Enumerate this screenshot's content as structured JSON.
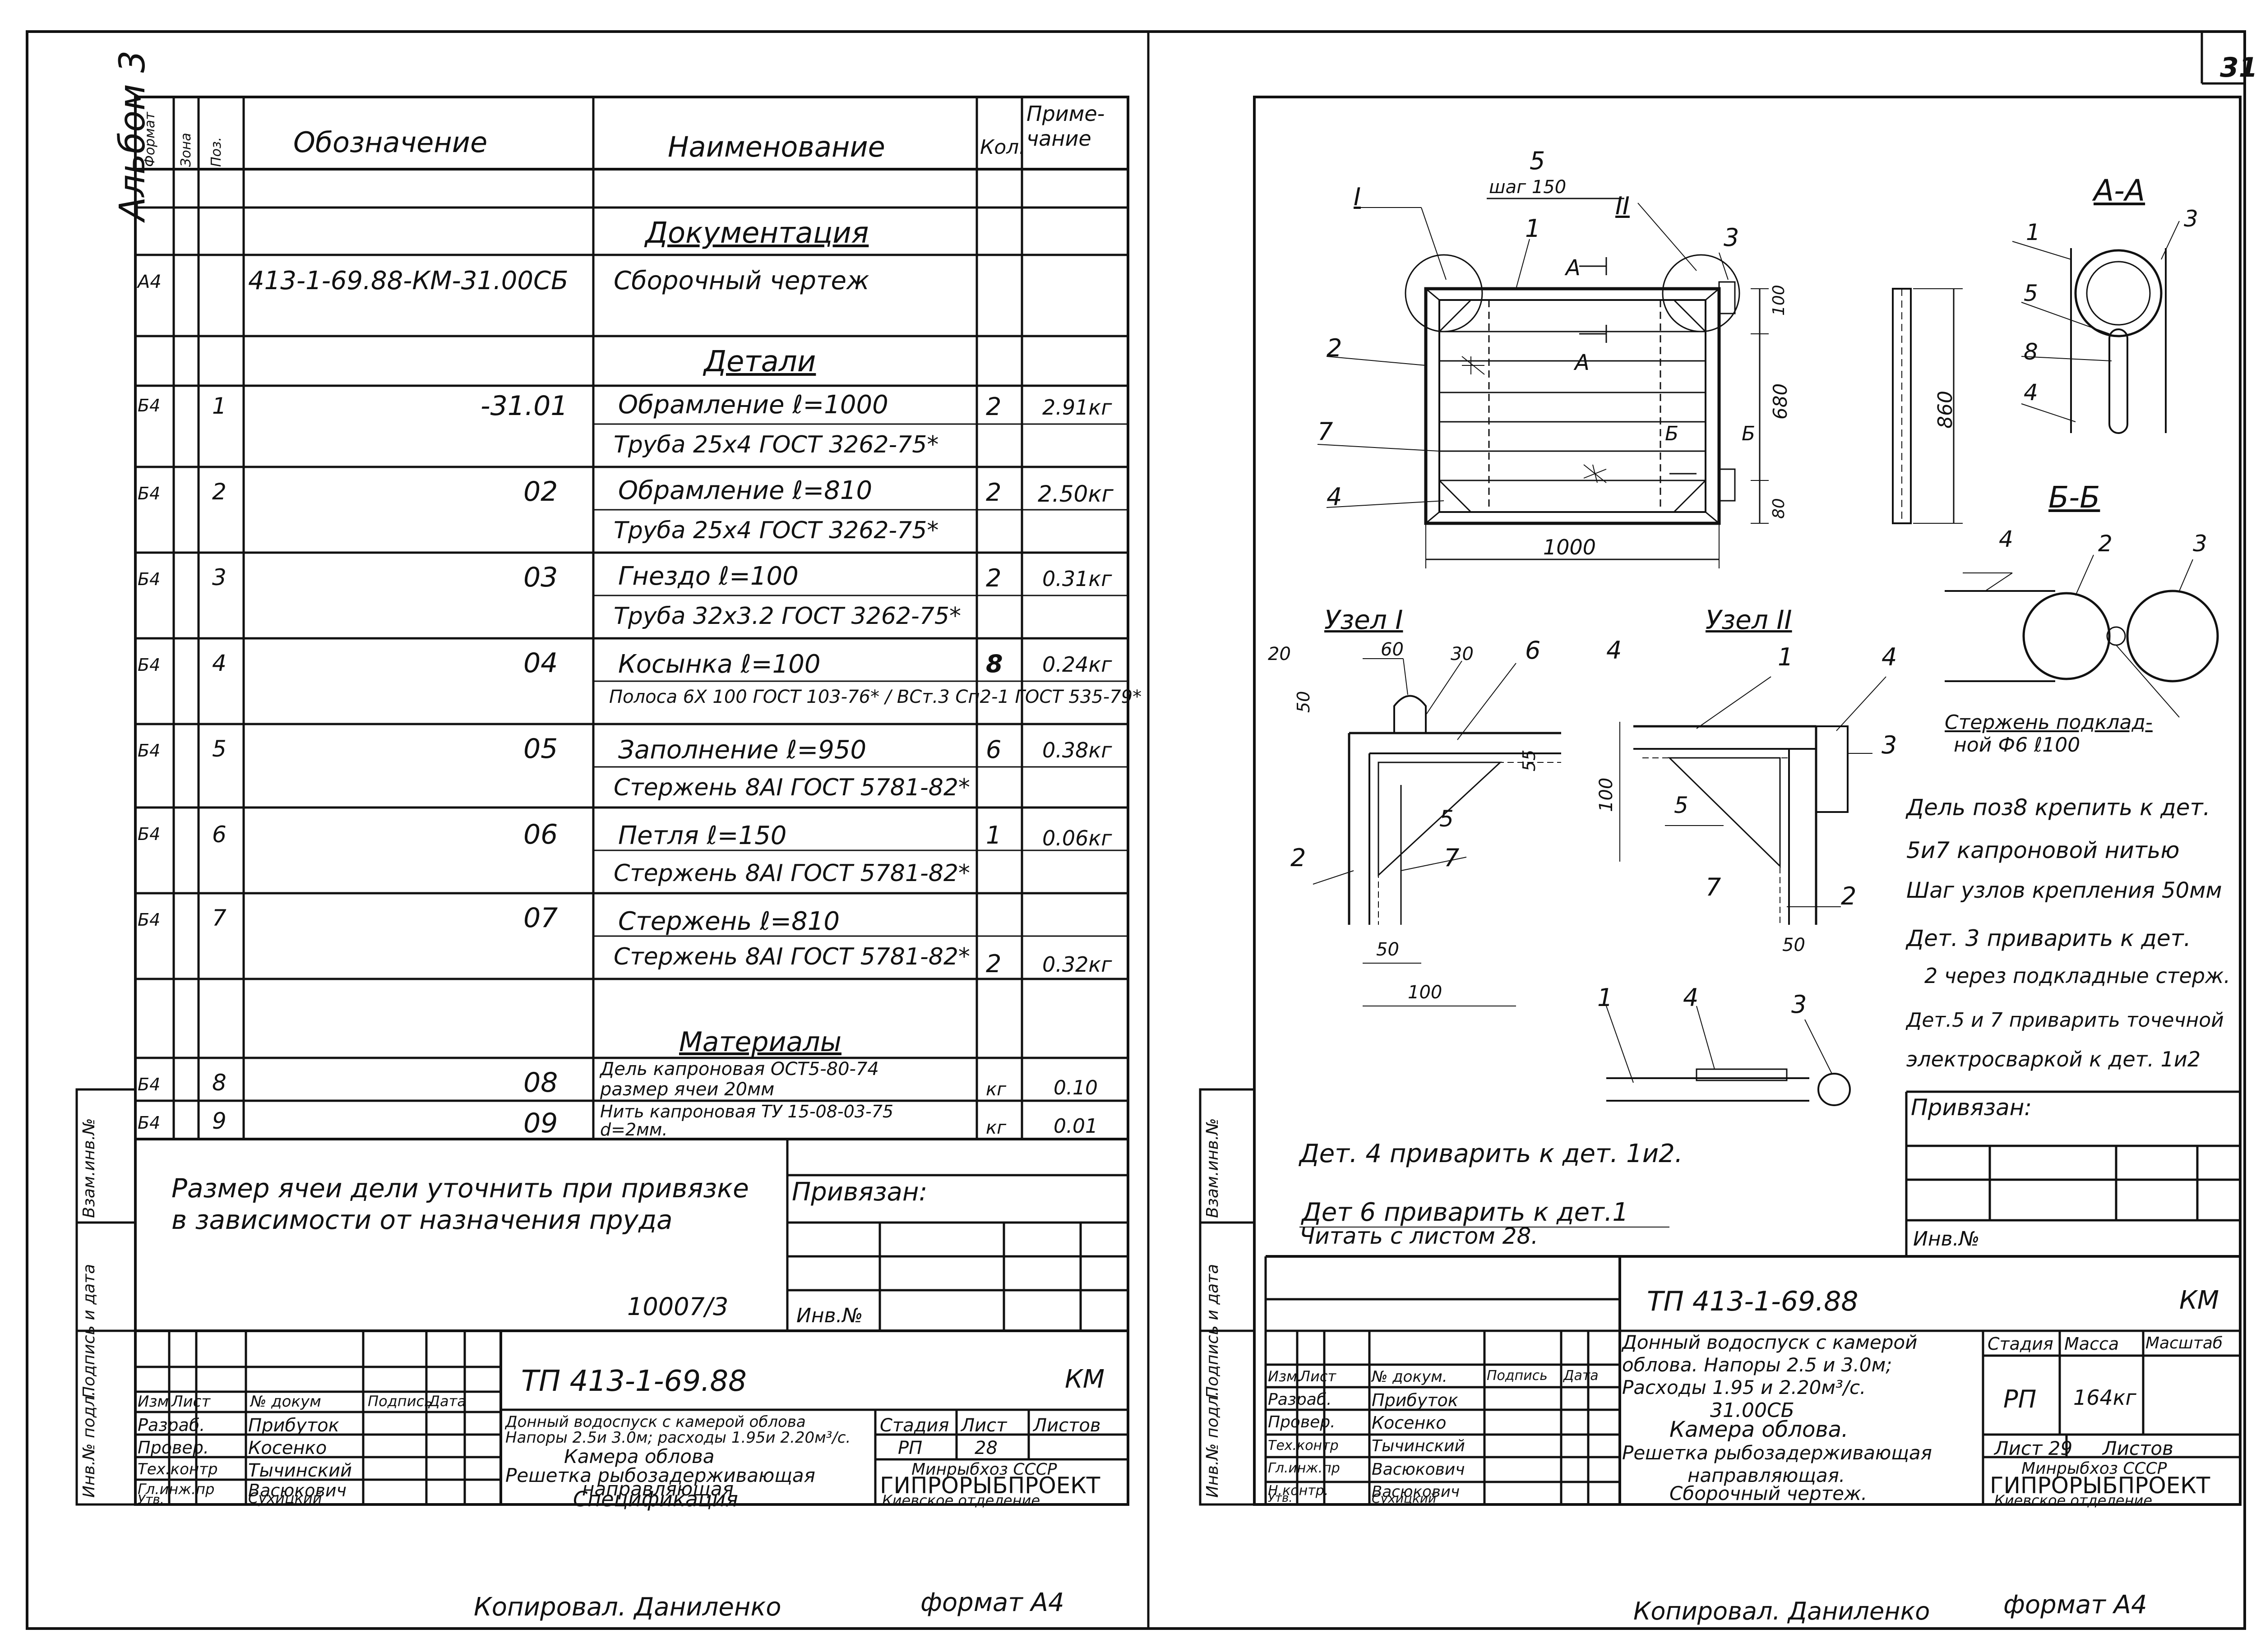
{
  "page_number": "31",
  "album_label": "Альбом 3",
  "left_sheet": {
    "header": {
      "format": "Формат",
      "zone": "Зона",
      "pos": "Поз.",
      "designation": "Обозначение",
      "name": "Наименование",
      "qty": "Кол.",
      "note": "Приме-\nчание"
    },
    "section_docs": "Документация",
    "doc_row": {
      "format": "А4",
      "designation": "413-1-69.88-КМ-31.00СБ",
      "name": "Сборочный чертеж"
    },
    "section_parts": "Детали",
    "parts": [
      {
        "format": "Б4",
        "pos": "1",
        "designation": "-31.01",
        "name": "Обрамление  ℓ=1000",
        "qty": "2",
        "note": "2.91кг",
        "sub": "Труба 25х4 ГОСТ 3262-75*"
      },
      {
        "format": "Б4",
        "pos": "2",
        "designation": "02",
        "name": "Обрамление  ℓ=810",
        "qty": "2",
        "note": "2.50кг",
        "sub": "Труба 25х4 ГОСТ 3262-75*"
      },
      {
        "format": "Б4",
        "pos": "3",
        "designation": "03",
        "name": "Гнездо   ℓ=100",
        "qty": "2",
        "note": "0.31кг",
        "sub": "Труба 32х3.2 ГОСТ 3262-75*"
      },
      {
        "format": "Б4",
        "pos": "4",
        "designation": "04",
        "name": "Косынка   ℓ=100",
        "qty": "8",
        "note": "0.24кг",
        "sub": "Полоса 6Х 100 ГОСТ 103-76* / ВСт.3 Сп2-1 ГОСТ 535-79*"
      },
      {
        "format": "Б4",
        "pos": "5",
        "designation": "05",
        "name": "Заполнение  ℓ=950",
        "qty": "6",
        "note": "0.38кг",
        "sub": "Стержень 8АI ГОСТ 5781-82*"
      },
      {
        "format": "Б4",
        "pos": "6",
        "designation": "06",
        "name": "Петля   ℓ=150",
        "qty": "1",
        "note": "0.06кг",
        "sub": "Стержень 8АI ГОСТ 5781-82*"
      },
      {
        "format": "Б4",
        "pos": "7",
        "designation": "07",
        "name": "Стержень  ℓ=810",
        "qty": "2",
        "note": "0.32кг",
        "sub": "Стержень 8АI ГОСТ 5781-82*"
      }
    ],
    "section_materials": "Материалы",
    "materials": [
      {
        "format": "Б4",
        "pos": "8",
        "designation": "08",
        "name1": "Дель капроновая ОСТ5-80-74",
        "name2": "размер ячеи 20мм",
        "qty": "кг",
        "note": "0.10"
      },
      {
        "format": "Б4",
        "pos": "9",
        "designation": "09",
        "name1": "Нить капроновая ТУ 15-08-03-75",
        "name2": "d=2мм.",
        "qty": "кг",
        "note": "0.01"
      }
    ],
    "note1": "Размер ячеи дели уточнить при привязке",
    "note2": "в зависимости от назначения пруда",
    "privyazan": "Привязан:",
    "code": "10007/3",
    "inv": "Инв.№",
    "tb_title": "ТП 413-1-69.88",
    "tb_km": "КМ",
    "tb_cols": [
      "Изм",
      "Лист",
      "№ докум",
      "Подпись",
      "Дата"
    ],
    "tb_people": [
      {
        "role": "Разраб.",
        "name": "Прибуток"
      },
      {
        "role": "Провер.",
        "name": "Косенко"
      },
      {
        "role": "Тех.контр",
        "name": "Тычинский"
      },
      {
        "role": "Гл.инж.пр",
        "name": "Васюкович"
      },
      {
        "role": "Утв.",
        "name": "Сухицкий"
      }
    ],
    "tb_desc1": "Донный водоспуск с камерой облова",
    "tb_desc2": "Напоры 2.5и 3.0м; расходы 1.95и 2.20м³/с.",
    "tb_desc3": "Камера облова",
    "tb_desc4": "Решетка рыбозадерживающая",
    "tb_desc5": "направляющая",
    "tb_desc6": "Спецификация",
    "tb_stage_h": "Стадия",
    "tb_sheet_h": "Лист",
    "tb_sheets_h": "Листов",
    "tb_stage": "РП",
    "tb_sheet": "28",
    "tb_org1": "Минрыбхоз СССР",
    "tb_org2": "ГИПРОРЫБПРОЕКТ",
    "tb_org3": "Киевское отделение",
    "copied": "Копировал. Даниленко",
    "format": "формат А4",
    "margin_labels": [
      "Инв.№ подл.",
      "Подпись и дата",
      "Взам.инв.№"
    ]
  },
  "right_sheet": {
    "dims": {
      "d5": "5",
      "step": "шаг 150",
      "d1000": "1000",
      "d680": "680",
      "d860": "860",
      "d100": "100",
      "d80": "80",
      "d20": "20",
      "d60": "60",
      "d30": "30",
      "d50": "50",
      "d55": "55"
    },
    "labels": {
      "I": "I",
      "II": "II",
      "A": "А",
      "B": "Б",
      "p1": "1",
      "p2": "2",
      "p3": "3",
      "p4": "4",
      "p5": "5",
      "p6": "6",
      "p7": "7",
      "p8": "8"
    },
    "section_aa": "А-А",
    "section_bb": "Б-Б",
    "node1": "Узел I",
    "node2": "Узел II",
    "rod_note1": "Стержень подклад-",
    "rod_note2": "ной Ф6  ℓ100",
    "notes": [
      "Дель поз8 крепить к дет.",
      "5и7 капроновой нитью",
      "Шаг узлов крепления 50мм",
      "Дет. 3 приварить к дет.",
      "2 через подкладные стерж.",
      "Дет.5 и 7 приварить точечной",
      "электросваркой к дет. 1и2"
    ],
    "note_det4": "Дет. 4 приварить к дет. 1и2.",
    "note_det6": "Дет 6 приварить к дет.1",
    "note_read": "Читать с листом 28.",
    "privyazan": "Привязан:",
    "inv": "Инв.№",
    "tb_title": "ТП 413-1-69.88",
    "tb_km": "КМ",
    "tb_cols": [
      "Изм.",
      "Лист",
      "№ докум.",
      "Подпись",
      "Дата"
    ],
    "tb_people": [
      {
        "role": "Разраб.",
        "name": "Прибуток"
      },
      {
        "role": "Провер.",
        "name": "Косенко"
      },
      {
        "role": "Тех.контр",
        "name": "Тычинский"
      },
      {
        "role": "Гл.инж.пр",
        "name": "Васюкович"
      },
      {
        "role": "Н.контр.",
        "name": "Васюкович"
      },
      {
        "role": "Утв.",
        "name": "Сухицкий"
      }
    ],
    "tb_desc1": "Донный водоспуск с камерой",
    "tb_desc2": "облова. Напоры 2.5 и 3.0м;",
    "tb_desc3": "Расходы 1.95 и 2.20м³/с.",
    "tb_code": "31.00СБ",
    "tb_desc4": "Камера облова.",
    "tb_desc5": "Решетка рыбозадерживающая",
    "tb_desc6": "направляющая.",
    "tb_desc7": "Сборочный чертеж.",
    "tb_stage_h": "Стадия",
    "tb_mass_h": "Масса",
    "tb_scale_h": "Масштаб",
    "tb_stage": "РП",
    "tb_mass": "164кг",
    "tb_sheet": "Лист 29",
    "tb_sheets": "Листов",
    "tb_org1": "Минрыбхоз СССР",
    "tb_org2": "ГИПРОРЫБПРОЕКТ",
    "tb_org3": "Киевское отделение",
    "copied": "Копировал. Даниленко",
    "format": "формат А4",
    "margin_labels": [
      "Инв.№ подл.",
      "Подпись и дата",
      "Взам.инв.№"
    ]
  }
}
